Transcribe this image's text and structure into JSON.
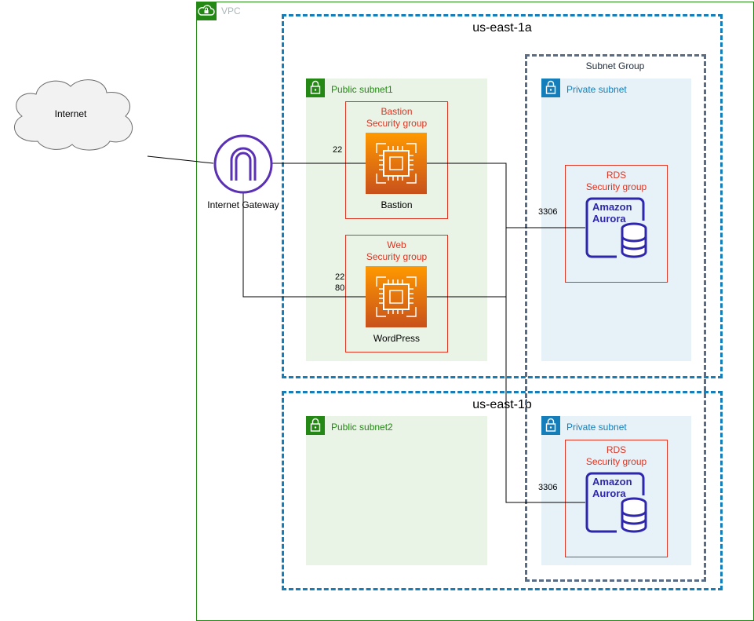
{
  "vpc": {
    "label": "VPC"
  },
  "internet": {
    "label": "Internet"
  },
  "gateway": {
    "label": "Internet Gateway"
  },
  "zones": {
    "a": {
      "label": "us-east-1a"
    },
    "b": {
      "label": "us-east-1b"
    }
  },
  "subnet_group": {
    "label": "Subnet Group"
  },
  "public_subnets": {
    "one": {
      "label": "Public subnet1"
    },
    "two": {
      "label": "Public subnet2"
    }
  },
  "private_subnets": {
    "a": {
      "label": "Private subnet"
    },
    "b": {
      "label": "Private subnet"
    }
  },
  "bastion": {
    "sg_line1": "Bastion",
    "sg_line2": "Security group",
    "instance_label": "Bastion",
    "port": "22"
  },
  "web": {
    "sg_line1": "Web",
    "sg_line2": "Security group",
    "instance_label": "WordPress",
    "port_ssh": "22",
    "port_http": "80"
  },
  "rds_a": {
    "sg_line1": "RDS",
    "sg_line2": "Security group",
    "engine_line1": "Amazon",
    "engine_line2": "Aurora",
    "port": "3306"
  },
  "rds_b": {
    "sg_line1": "RDS",
    "sg_line2": "Security group",
    "engine_line1": "Amazon",
    "engine_line2": "Aurora",
    "port": "3306"
  },
  "colors": {
    "vpc": "#248814",
    "availability_zone": "#147eba",
    "subnet_group": "#5a6b86",
    "public_subnet_fill": "#e9f3e6",
    "private_subnet_fill": "#e6f2f8",
    "security_group": "#dd3522",
    "ec2_gradient_top": "#ff9900",
    "ec2_gradient_bottom": "#c8511b",
    "aurora": "#2e27ad",
    "gateway": "#5a30b5"
  },
  "icons": {
    "vpc": "cloud-lock-icon",
    "subnet": "padlock-icon",
    "gateway": "arch-icon",
    "instance": "chip-icon",
    "database": "aurora-database-icon",
    "internet": "cloud-icon"
  }
}
